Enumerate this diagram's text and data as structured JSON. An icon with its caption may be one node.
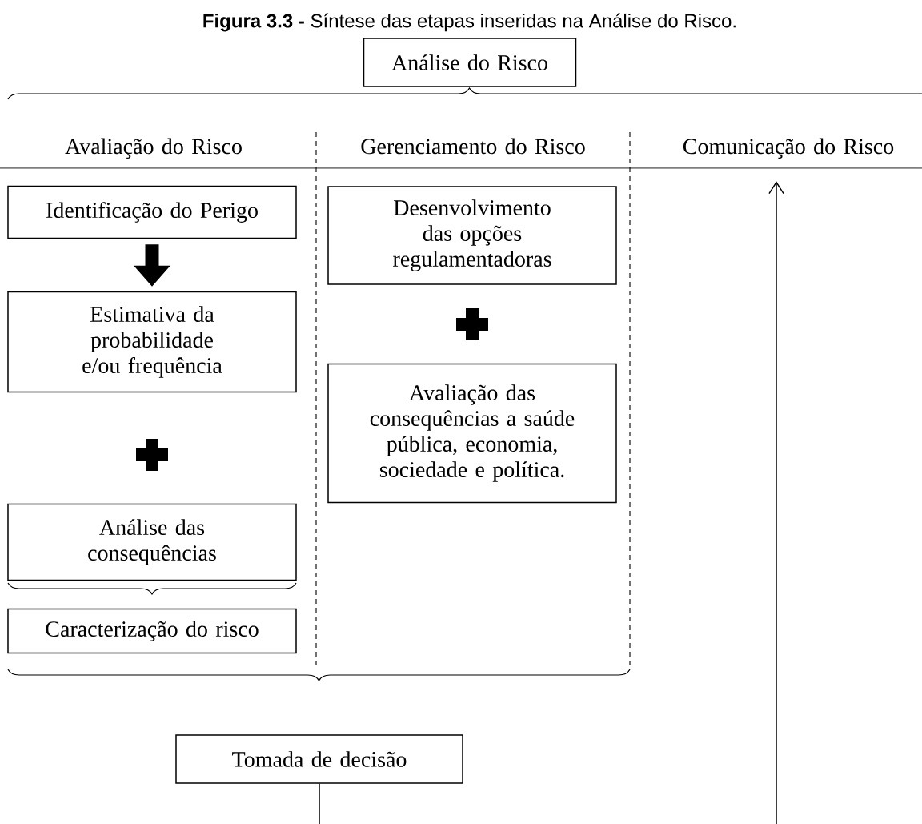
{
  "diagram": {
    "title": "**Figura 3.3 -** Síntese das etapas inseridas na Análise do Risco.",
    "nodes": [
      {
        "text": [
          "Análise do Risco"
        ]
      },
      {
        "text": [
          "Avaliação do Risco"
        ]
      },
      {
        "text": [
          "Gerenciamento do Risco"
        ]
      },
      {
        "text": [
          "Comunicação do Risco"
        ]
      },
      {
        "text": [
          "Identificação do Perigo"
        ]
      },
      {
        "text": [
          "Estimativa da probabilidade e/ou frequência"
        ]
      },
      {
        "text": [
          "Análise das consequências"
        ]
      },
      {
        "text": [
          "Caracterização do risco"
        ]
      },
      {
        "text": [
          "Desenvolvimento das opções regulamentadoras"
        ]
      },
      {
        "text": [
          "Avaliação das consequências a saúde pública, economia, sociedade e política."
        ]
      },
      {
        "text": [
          "Tomada de decisão"
        ]
      }
    ],
    "edges": [
      {
        "from": 4,
        "to": 5,
        "arrow": "to",
        "style": "thick"
      },
      {
        "from": 10,
        "to": null,
        "arrow": "none"
      },
      {
        "from": null,
        "to": 3,
        "arrow": "to"
      }
    ]
  }
}
